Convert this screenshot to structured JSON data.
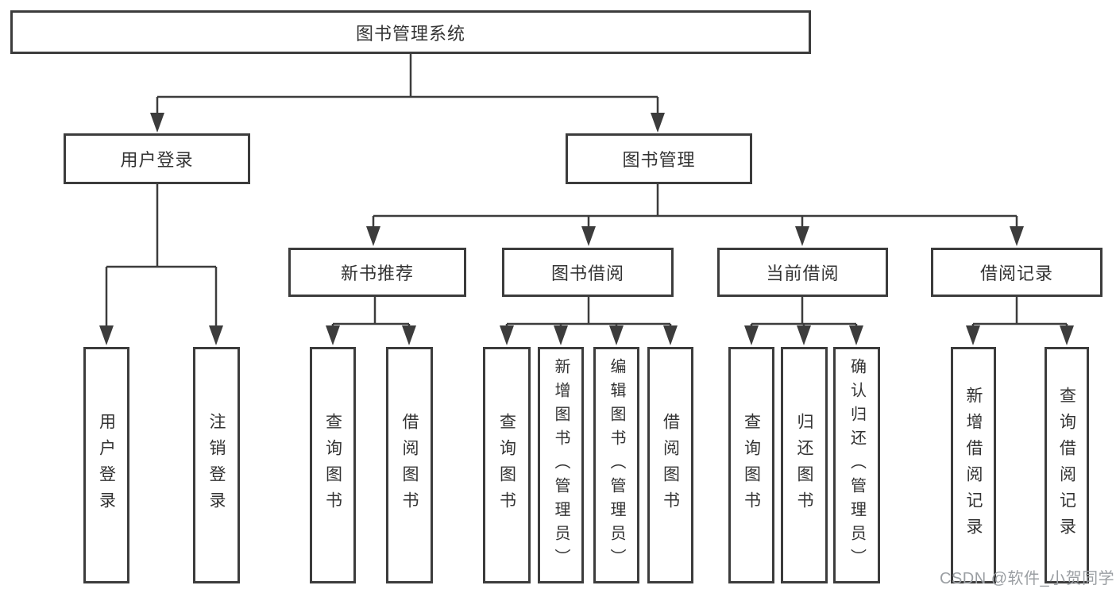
{
  "diagram": {
    "title": "图书管理系统",
    "nodes": {
      "root": {
        "label": "图书管理系统"
      },
      "user_login": {
        "label": "用户登录"
      },
      "book_management": {
        "label": "图书管理"
      },
      "new_book_recommend": {
        "label": "新书推荐"
      },
      "book_borrowing": {
        "label": "图书借阅"
      },
      "current_borrowing": {
        "label": "当前借阅"
      },
      "borrowing_records": {
        "label": "借阅记录"
      },
      "leaf_user_login": {
        "label": "用户登录"
      },
      "leaf_logout": {
        "label": "注销登录"
      },
      "leaf_recommend_query_books": {
        "label": "查询图书"
      },
      "leaf_recommend_borrow_books": {
        "label": "借阅图书"
      },
      "leaf_borrowing_query_books": {
        "label": "查询图书"
      },
      "leaf_borrowing_add_books": {
        "label": "新增图书（管理员）"
      },
      "leaf_borrowing_edit_books": {
        "label": "编辑图书（管理员）"
      },
      "leaf_borrowing_borrow_books": {
        "label": "借阅图书"
      },
      "leaf_current_query_books": {
        "label": "查询图书"
      },
      "leaf_current_return_books": {
        "label": "归还图书"
      },
      "leaf_current_confirm_return": {
        "label": "确认归还（管理员）"
      },
      "leaf_records_add_record": {
        "label": "新增借阅记录"
      },
      "leaf_records_query_record": {
        "label": "查询借阅记录"
      }
    },
    "colors": {
      "line": "#3c3c3c",
      "text": "#333333",
      "box_background": "#ffffff",
      "page_background": "#ffffff",
      "watermark": "#9b9fa3"
    }
  },
  "watermark": {
    "text": "CSDN @软件_小贺同学"
  }
}
